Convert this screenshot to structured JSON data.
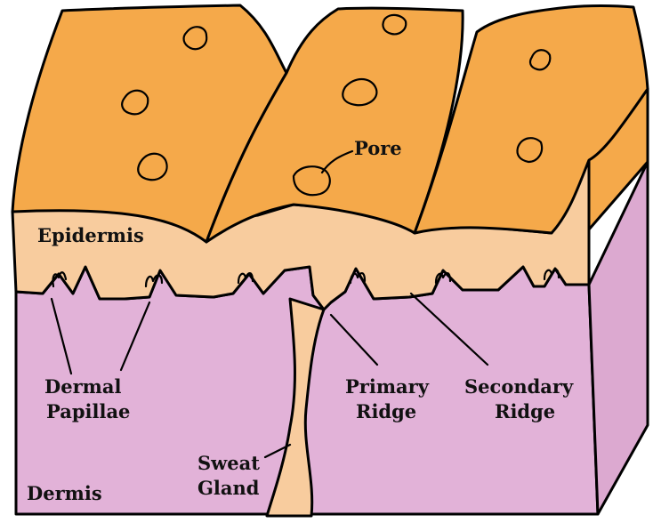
{
  "labels": {
    "pore": "Pore",
    "epidermis": "Epidermis",
    "dermal": "Dermal",
    "papillae": "Papillae",
    "primary": "Primary",
    "primary_ridge": "Ridge",
    "secondary": "Secondary",
    "secondary_ridge": "Ridge",
    "sweat": "Sweat",
    "gland": "Gland",
    "dermis": "Dermis"
  },
  "colors": {
    "ridge_top": "#F5A94A",
    "epidermis": "#F8CC9E",
    "dermis": "#E2B2D8",
    "side_face": "#DCA9D0",
    "pore": "#F8CC9E",
    "outline": "#000000"
  }
}
